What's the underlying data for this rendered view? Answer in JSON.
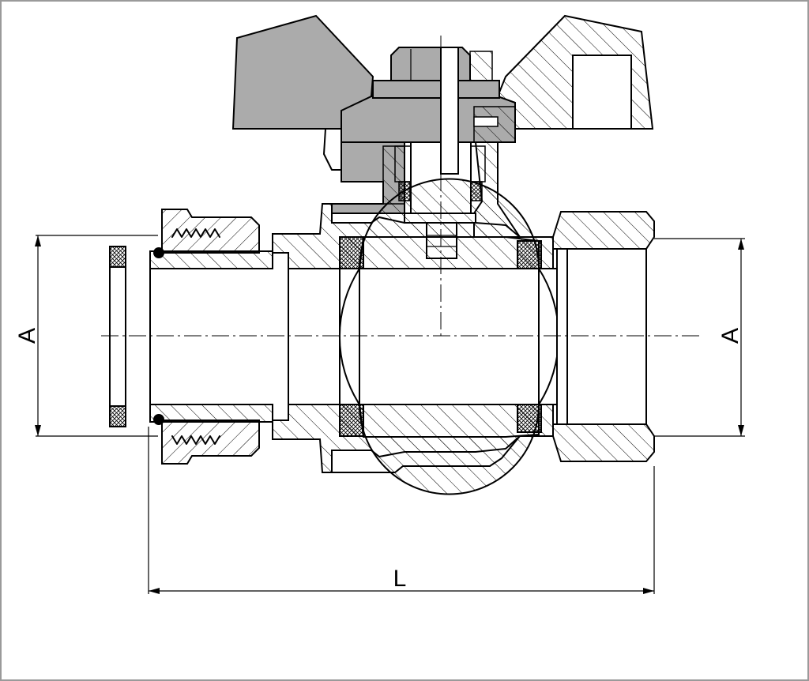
{
  "diagram": {
    "dimensions": {
      "left_diameter_label": "A",
      "right_diameter_label": "A",
      "length_label": "L"
    },
    "colors": {
      "line": "#000000",
      "background": "#ffffff",
      "frame": "#9a9a9a"
    }
  }
}
